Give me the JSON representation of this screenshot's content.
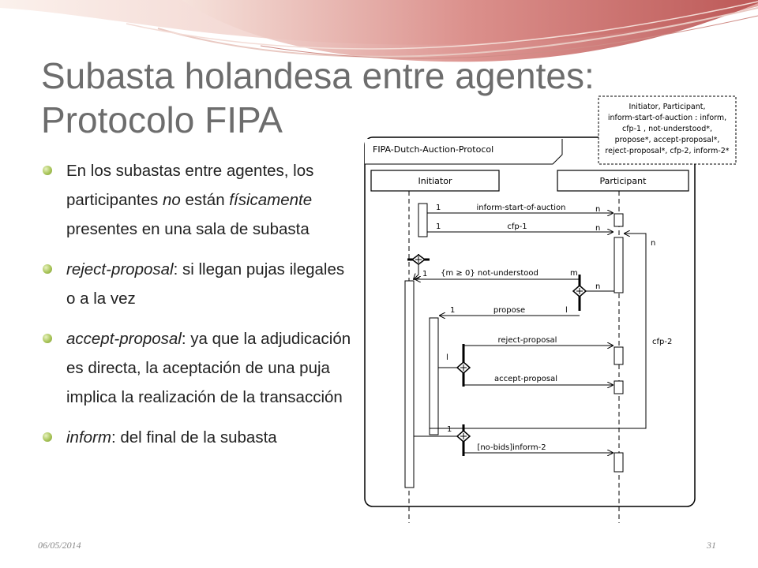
{
  "slide": {
    "title_line1": "Subasta holandesa entre agentes:",
    "title_line2": "Protocolo FIPA",
    "footer_date": "06/05/2014",
    "page_number": "31"
  },
  "bullets": [
    {
      "segments": [
        {
          "text": "En los subastas entre agentes, los participantes ",
          "italic": false
        },
        {
          "text": "no",
          "italic": true
        },
        {
          "text": " están ",
          "italic": false
        },
        {
          "text": "físicamente",
          "italic": true
        },
        {
          "text": " presentes en una sala de subasta",
          "italic": false
        }
      ]
    },
    {
      "segments": [
        {
          "text": "reject-proposal",
          "italic": true
        },
        {
          "text": ": si llegan pujas ilegales o a la vez",
          "italic": false
        }
      ]
    },
    {
      "segments": [
        {
          "text": "accept-proposal",
          "italic": true
        },
        {
          "text": ": ya que la adjudicación es directa, la aceptación de una puja implica la realización de la transacción",
          "italic": false
        }
      ]
    },
    {
      "segments": [
        {
          "text": "inform",
          "italic": true
        },
        {
          "text": ": del final de la subasta",
          "italic": false
        }
      ]
    }
  ],
  "diagram": {
    "protocol_name": "FIPA-Dutch-Auction-Protocol",
    "role_initiator": "Initiator",
    "role_participant": "Participant",
    "parameters_line1": "Initiator, Participant,",
    "parameters_line2": "inform-start-of-auction : inform,",
    "parameters_line3": "cfp-1 , not-understood*,",
    "parameters_line4": "propose*, accept-proposal*,",
    "parameters_line5": "reject-proposal*, cfp-2, inform-2*",
    "msg_inform_start": "inform-start-of-auction",
    "msg_cfp1": "cfp-1",
    "msg_not_understood": "{m ≥ 0} not-understood",
    "msg_propose": "propose",
    "msg_reject": "reject-proposal",
    "msg_accept": "accept-proposal",
    "msg_inform2": "[no-bids]inform-2",
    "label_cfp2": "cfp-2",
    "card_1a": "1",
    "card_na": "n",
    "card_1b": "1",
    "card_nb": "n",
    "card_n_loop": "n",
    "card_1c": "1",
    "card_m": "m",
    "card_n_lower": "n",
    "card_1d": "1",
    "card_l1": "l",
    "card_l2": "l",
    "card_1e": "1"
  }
}
